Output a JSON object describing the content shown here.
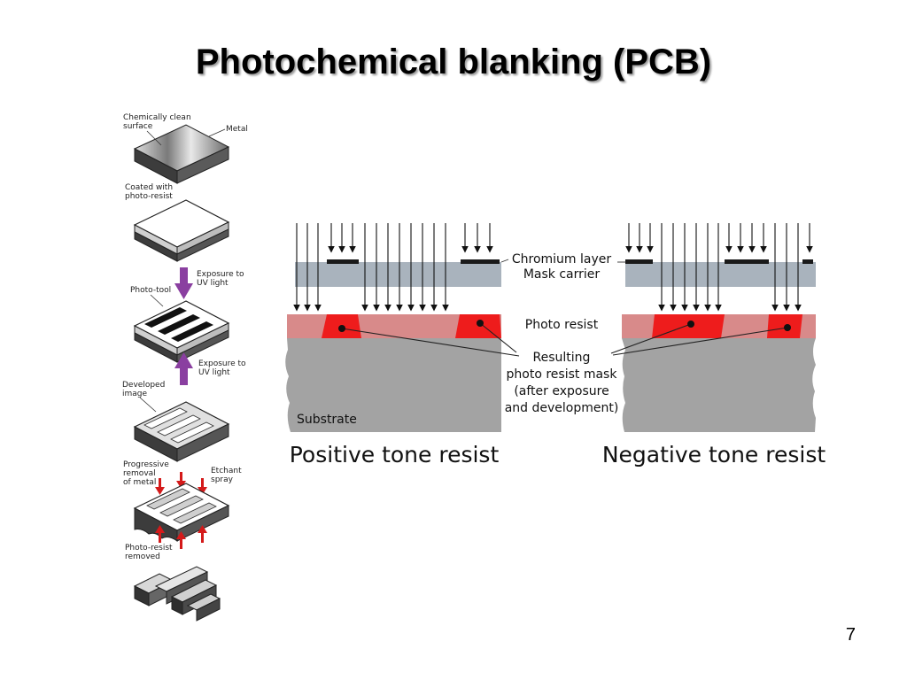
{
  "slide": {
    "title": "Photochemical blanking (PCB)",
    "page_number": "7"
  },
  "process_steps": {
    "chemically_clean_surface": [
      "Chemically clean",
      "surface"
    ],
    "metal": "Metal",
    "coated": [
      "Coated with",
      "photo-resist"
    ],
    "exposure_top": [
      "Exposure to",
      "UV light"
    ],
    "photo_tool": "Photo-tool",
    "exposure_bottom": [
      "Exposure to",
      "UV light"
    ],
    "developed": [
      "Developed",
      "image"
    ],
    "progressive": [
      "Progressive",
      "removal",
      "of metal"
    ],
    "etchant": [
      "Etchant",
      "spray"
    ],
    "removed": [
      "Photo-resist",
      "removed"
    ]
  },
  "tone_diagram": {
    "chromium_layer": "Chromium layer",
    "mask_carrier": "Mask carrier",
    "photo_resist": "Photo resist",
    "resulting": [
      "Resulting",
      "photo resist mask",
      "(after exposure",
      "and development)"
    ],
    "substrate": "Substrate",
    "positive_caption": "Positive tone resist",
    "negative_caption": "Negative tone resist"
  },
  "colors": {
    "mask_carrier": "#a9b3bd",
    "photo_resist": "#d88a8a",
    "resist_mask": "#ee1c1c",
    "substrate": "#a3a3a3",
    "chromium": "#1a1a1a",
    "uv_arrow": "#8a3fa0",
    "etchant_arrow": "#d41a1a"
  }
}
